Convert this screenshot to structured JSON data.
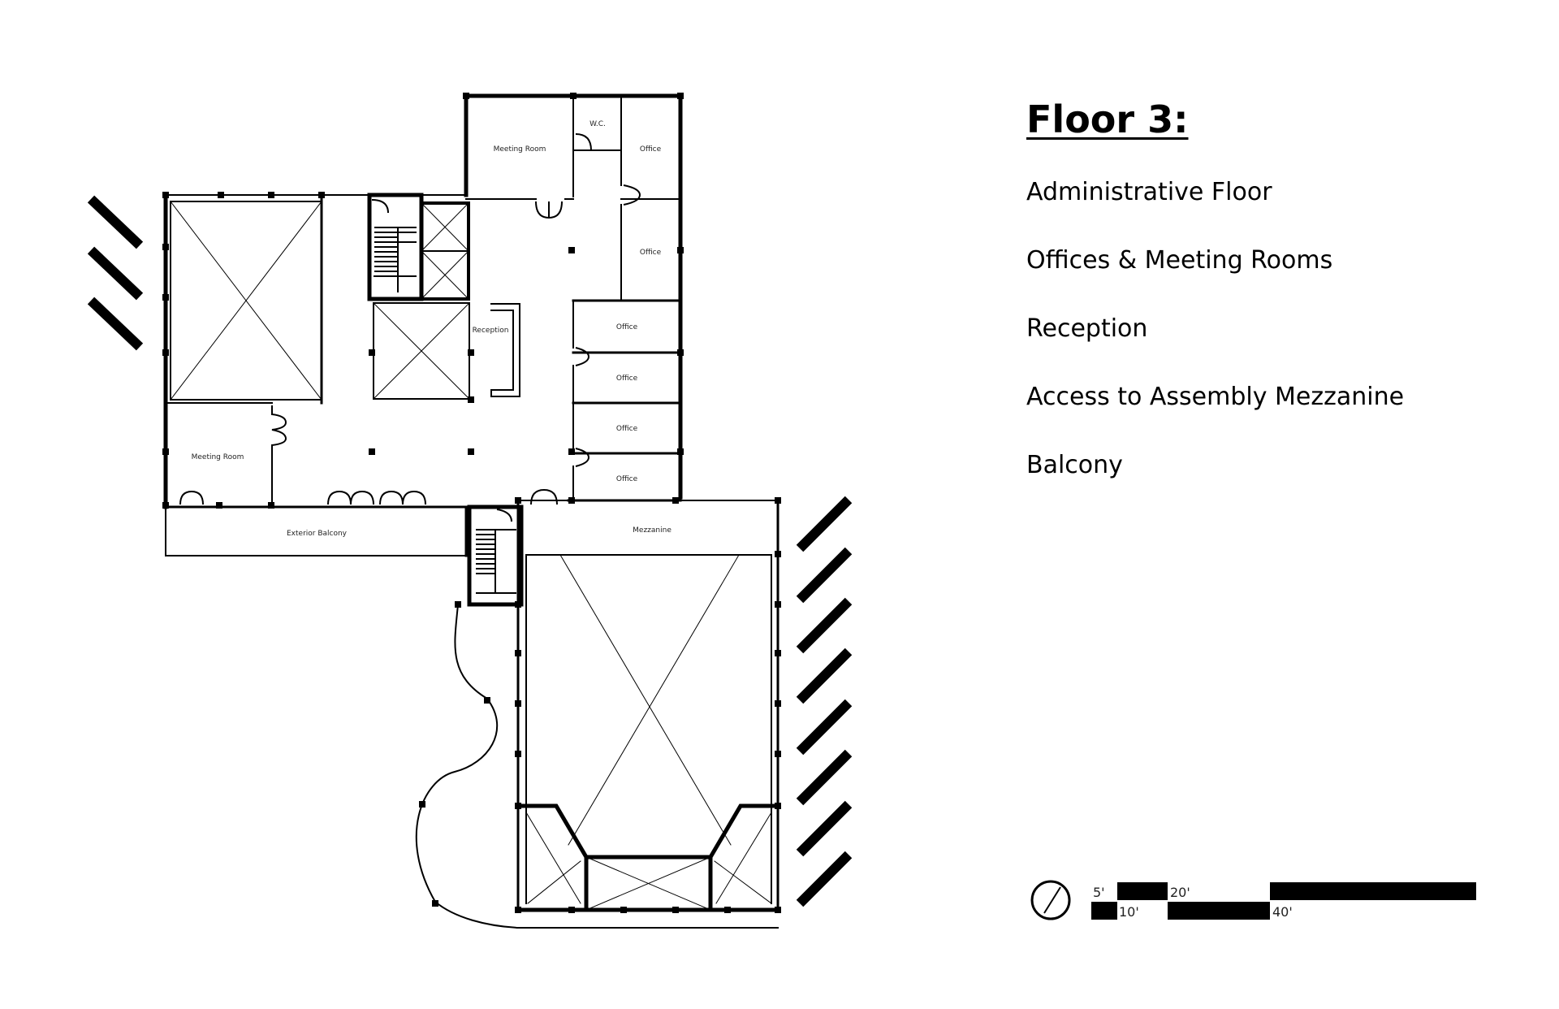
{
  "title": "Floor 3:",
  "features": [
    "Administrative Floor",
    "Offices & Meeting Rooms",
    "Reception",
    "Access to Assembly Mezzanine",
    "Balcony"
  ],
  "rooms": {
    "meeting_room_top": "Meeting Room",
    "wc": "W.C.",
    "office_1": "Office",
    "office_2": "Office",
    "office_3": "Office",
    "office_4": "Office",
    "office_5": "Office",
    "office_6": "Office",
    "reception": "Reception",
    "meeting_room_left": "Meeting Room",
    "exterior_balcony": "Exterior Balcony",
    "mezzanine": "Mezzanine"
  },
  "scale_bar": {
    "mark_5": "5'",
    "mark_10": "10'",
    "mark_20": "20'",
    "mark_40": "40'"
  },
  "icons": {
    "north_arrow": "north-arrow-icon"
  }
}
